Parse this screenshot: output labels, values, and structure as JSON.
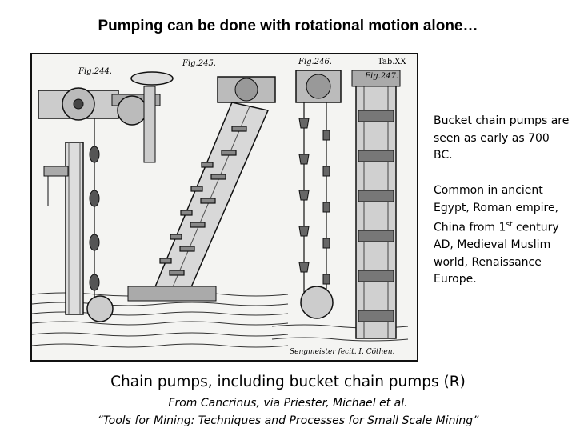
{
  "title": "Pumping can be done with rotational motion alone…",
  "figure": {
    "labels": [
      "Fig.244.",
      "Fig.245.",
      "Fig.246.",
      "Fig.247.",
      "Tab.XX"
    ],
    "signature": "Sengmeister fecit. I. Cöthen."
  },
  "side_text": {
    "p1": "Bucket chain pumps are seen as early as 700 BC.",
    "p2_before": "Common in ancient Egypt, Roman empire, China from 1",
    "p2_sup": "st",
    "p2_after": " century AD, Medieval Muslim world, Renaissance Europe."
  },
  "caption": "Chain pumps, including bucket chain pumps (R)",
  "source_line1": "From Cancrinus, via Priester, Michael et al.",
  "source_line2": "“Tools for Mining: Techniques and Processes for Small Scale Mining”"
}
